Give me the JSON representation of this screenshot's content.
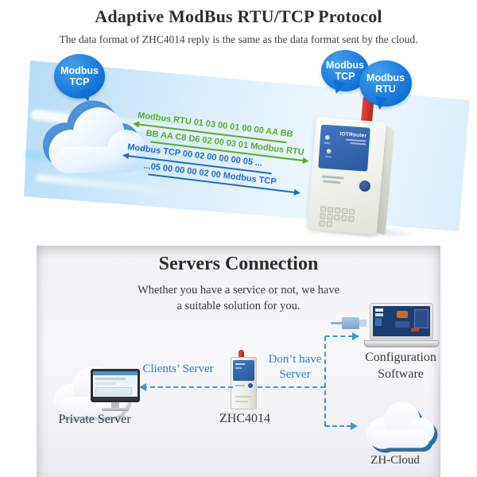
{
  "colors": {
    "bubble_blue": "#0d6fd6",
    "data_green": "#54ae2b",
    "data_blue": "#1d6cc3",
    "dashed_link_blue": "#3f97d3",
    "link_text_blue": "#2d7fc4",
    "band_light_blue": "#aed8f4",
    "antenna_red": "#d93327",
    "panel_gray": "#f1f1f4"
  },
  "section1": {
    "title": "Adaptive ModBus RTU/TCP Protocol",
    "subtitle": "The data format of ZHC4014 reply is the same as the data format sent by the cloud.",
    "bubble_cloud": {
      "line1": "Modbus",
      "line2": "TCP"
    },
    "bubble_tcp": {
      "line1": "Modbus",
      "line2": "TCP"
    },
    "bubble_rtu": {
      "line1": "Modbus",
      "line2": "RTU"
    },
    "device_brand": "IOTRouter",
    "data_lines": [
      {
        "text": "Modbus RTU 01 03 00 01 00 00 AA BB",
        "color": "green",
        "direction": "left"
      },
      {
        "text": "BB AA C8 D6 02 00 03 01 Modbus RTU",
        "color": "green",
        "direction": "right"
      },
      {
        "text": "Modbus TCP 00 02 00 00 00 05 ...",
        "color": "blue",
        "direction": "left"
      },
      {
        "text": "...05 00 00 00 02 00 Modbus TCP",
        "color": "blue",
        "direction": "right"
      }
    ]
  },
  "section2": {
    "title": "Servers Connection",
    "subtitle_line1": "Whether you have a service or not, we have",
    "subtitle_line2": "a suitable solution for you.",
    "labels": {
      "private_server": "Private Server",
      "device": "ZHC4014",
      "config_line1": "Configuration",
      "config_line2": "Software",
      "zh_cloud": "ZH-Cloud",
      "clients_server": "Clients’ Server",
      "dont_have_line1": "Don’t have",
      "dont_have_line2": "Server"
    }
  }
}
